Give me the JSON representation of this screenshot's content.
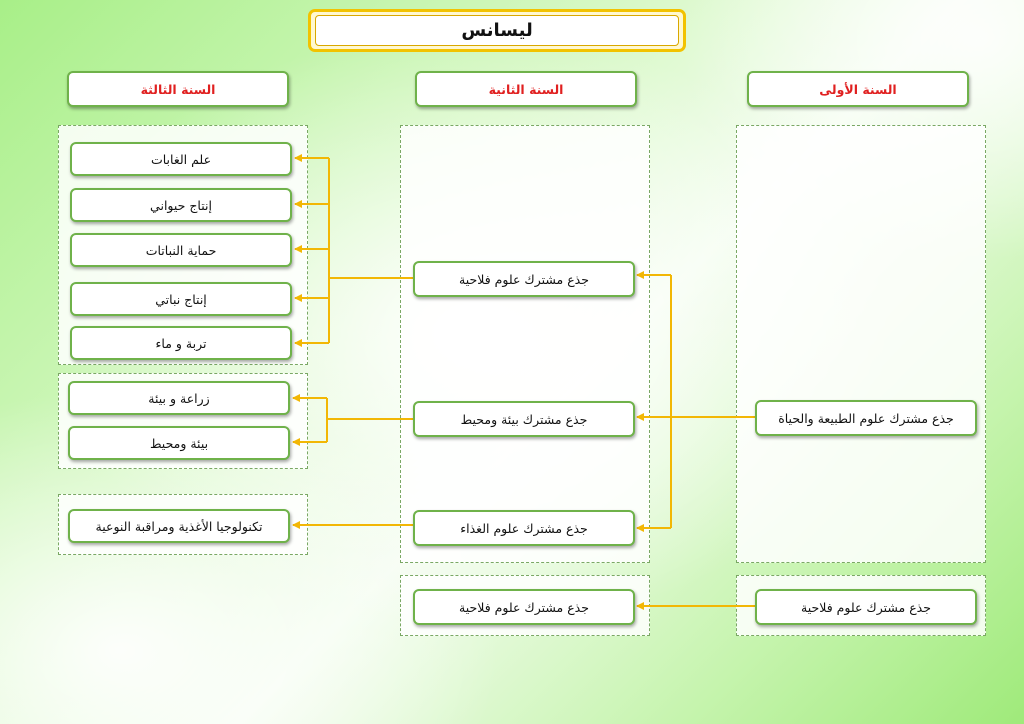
{
  "title": "ليسانس",
  "years": {
    "first": "السنة الأولى",
    "second": "السنة الثانية",
    "third": "السنة الثالثة"
  },
  "first_year": {
    "common_core_nature_life": "جذع مشترك علوم الطبيعة والحياة",
    "common_core_agri": "جذع مشترك علوم فلاحية"
  },
  "second_year": {
    "common_core_agri": "جذع مشترك علوم فلاحية",
    "common_core_environment": "جذع مشترك بيئة ومحيط",
    "common_core_food": "جذع مشترك علوم الغذاء",
    "common_core_agri_2": "جذع مشترك علوم فلاحية"
  },
  "third_year": {
    "forestry": "علم الغابات",
    "animal_production": "إنتاج حيواني",
    "plant_protection": "حماية النباتات",
    "plant_production": "إنتاج نباتي",
    "soil_water": "تربة و ماء",
    "agri_environment": "زراعة و بيئة",
    "environment": "بيئة ومحيط",
    "food_tech": "تكنولوجيا الأغذية ومراقبة النوعية"
  },
  "colors": {
    "box_border": "#6fb24a",
    "connector": "#f2b705",
    "header_text": "#e02020"
  }
}
